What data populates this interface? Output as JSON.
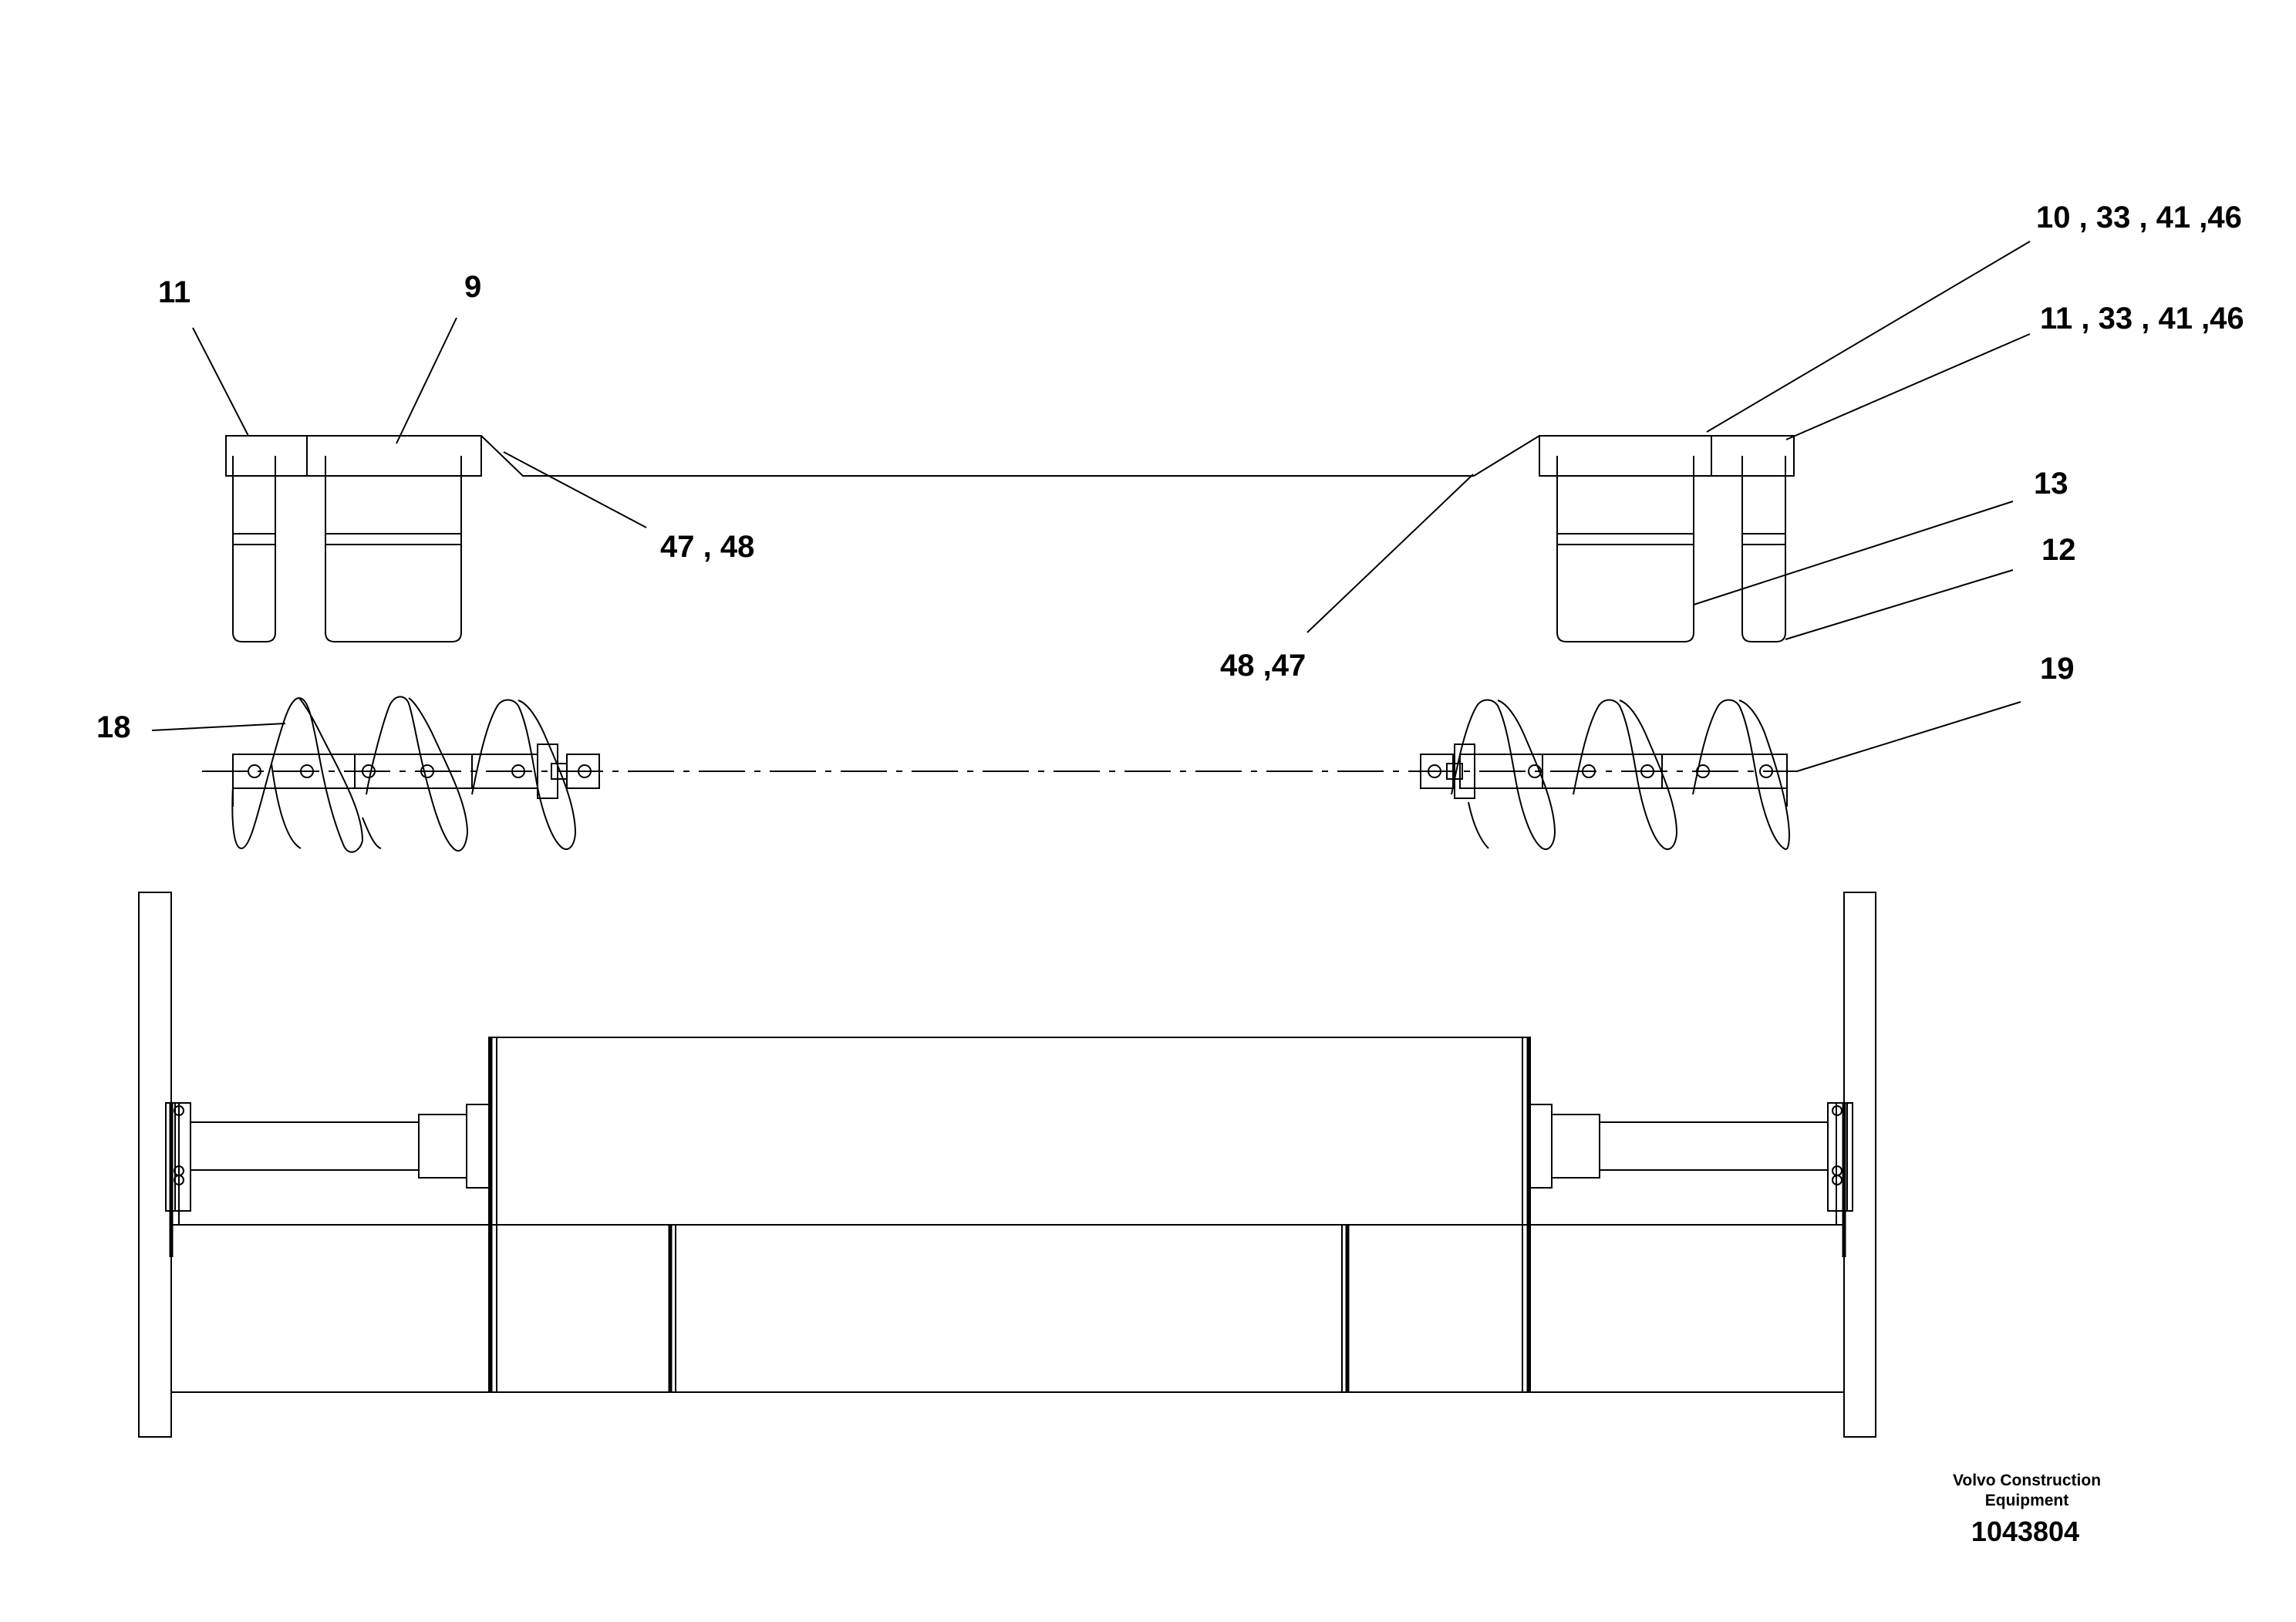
{
  "callouts": {
    "c11_left": "11",
    "c9": "9",
    "c47_48": "47 , 48",
    "c10_33_41_46": "10 , 33 , 41 ,46",
    "c11_33_41_46": "11 , 33 , 41 ,46",
    "c13": "13",
    "c12": "12",
    "c48_47": "48 ,47",
    "c18": "18",
    "c19": "19"
  },
  "title_block": {
    "brand_line1": "Volvo Construction",
    "brand_line2": "Equipment",
    "document_number": "1043804"
  },
  "colors": {
    "line": "#000000",
    "background": "#ffffff"
  }
}
